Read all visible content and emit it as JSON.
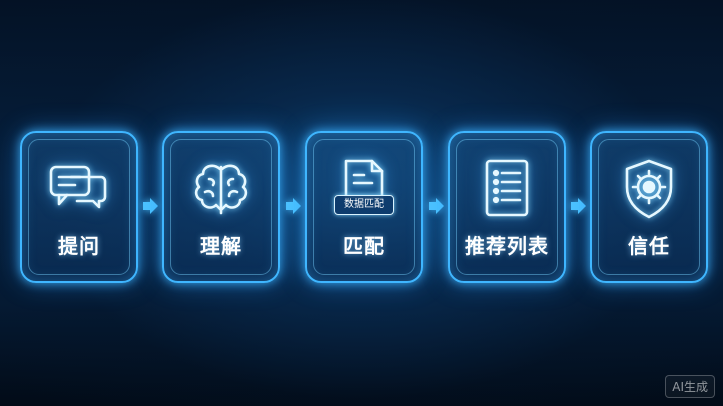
{
  "steps": [
    {
      "label": "提问",
      "icon": "chat-bubbles-icon"
    },
    {
      "label": "理解",
      "icon": "brain-icon"
    },
    {
      "label": "匹配",
      "icon": "document-match-icon",
      "tag": "数据匹配"
    },
    {
      "label": "推荐列表",
      "icon": "list-icon"
    },
    {
      "label": "信任",
      "icon": "shield-icon"
    }
  ],
  "watermark": "AI生成",
  "colors": {
    "accent": "#3fb6ff",
    "glow": "#8fdcff",
    "background": "#03101f"
  }
}
